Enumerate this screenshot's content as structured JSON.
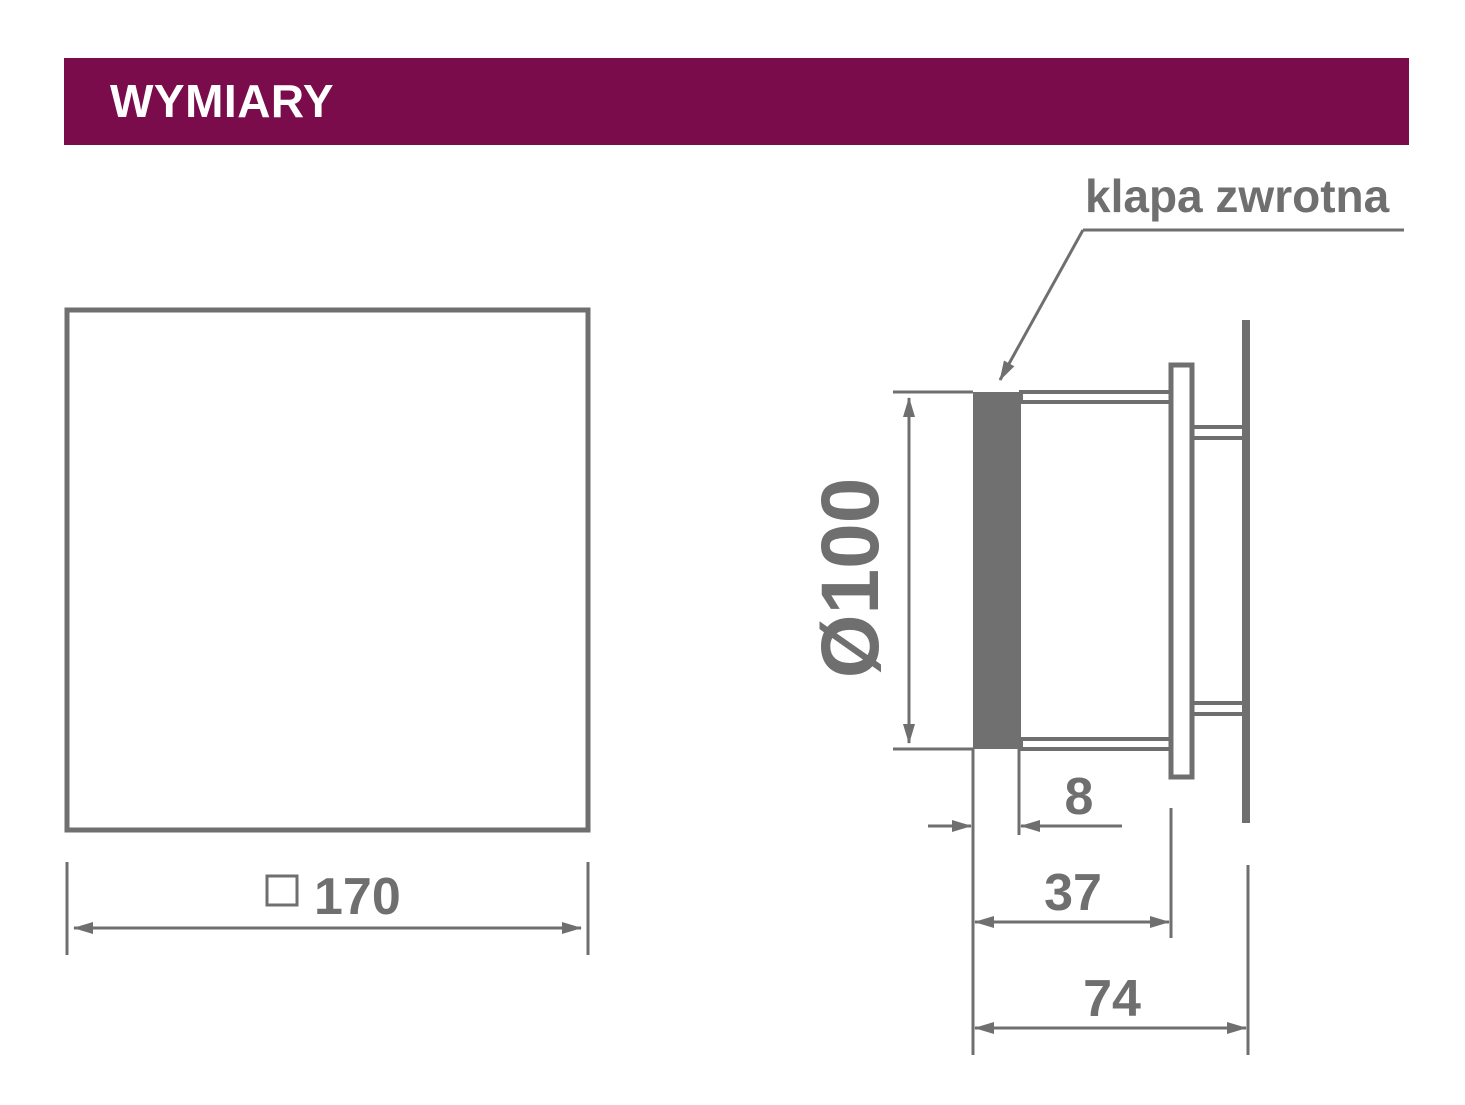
{
  "header": {
    "title": "WYMIARY"
  },
  "colors": {
    "banner": "#7a0c4c",
    "ink": "#6f6f6f",
    "damper_fill": "#707070"
  },
  "front_view": {
    "width_label": "170",
    "square_symbol": "square-symbol"
  },
  "side_view": {
    "callout_label": "klapa zwrotna",
    "diameter_label": "Ø100",
    "dim_damper": "8",
    "dim_body": "37",
    "dim_total": "74"
  }
}
